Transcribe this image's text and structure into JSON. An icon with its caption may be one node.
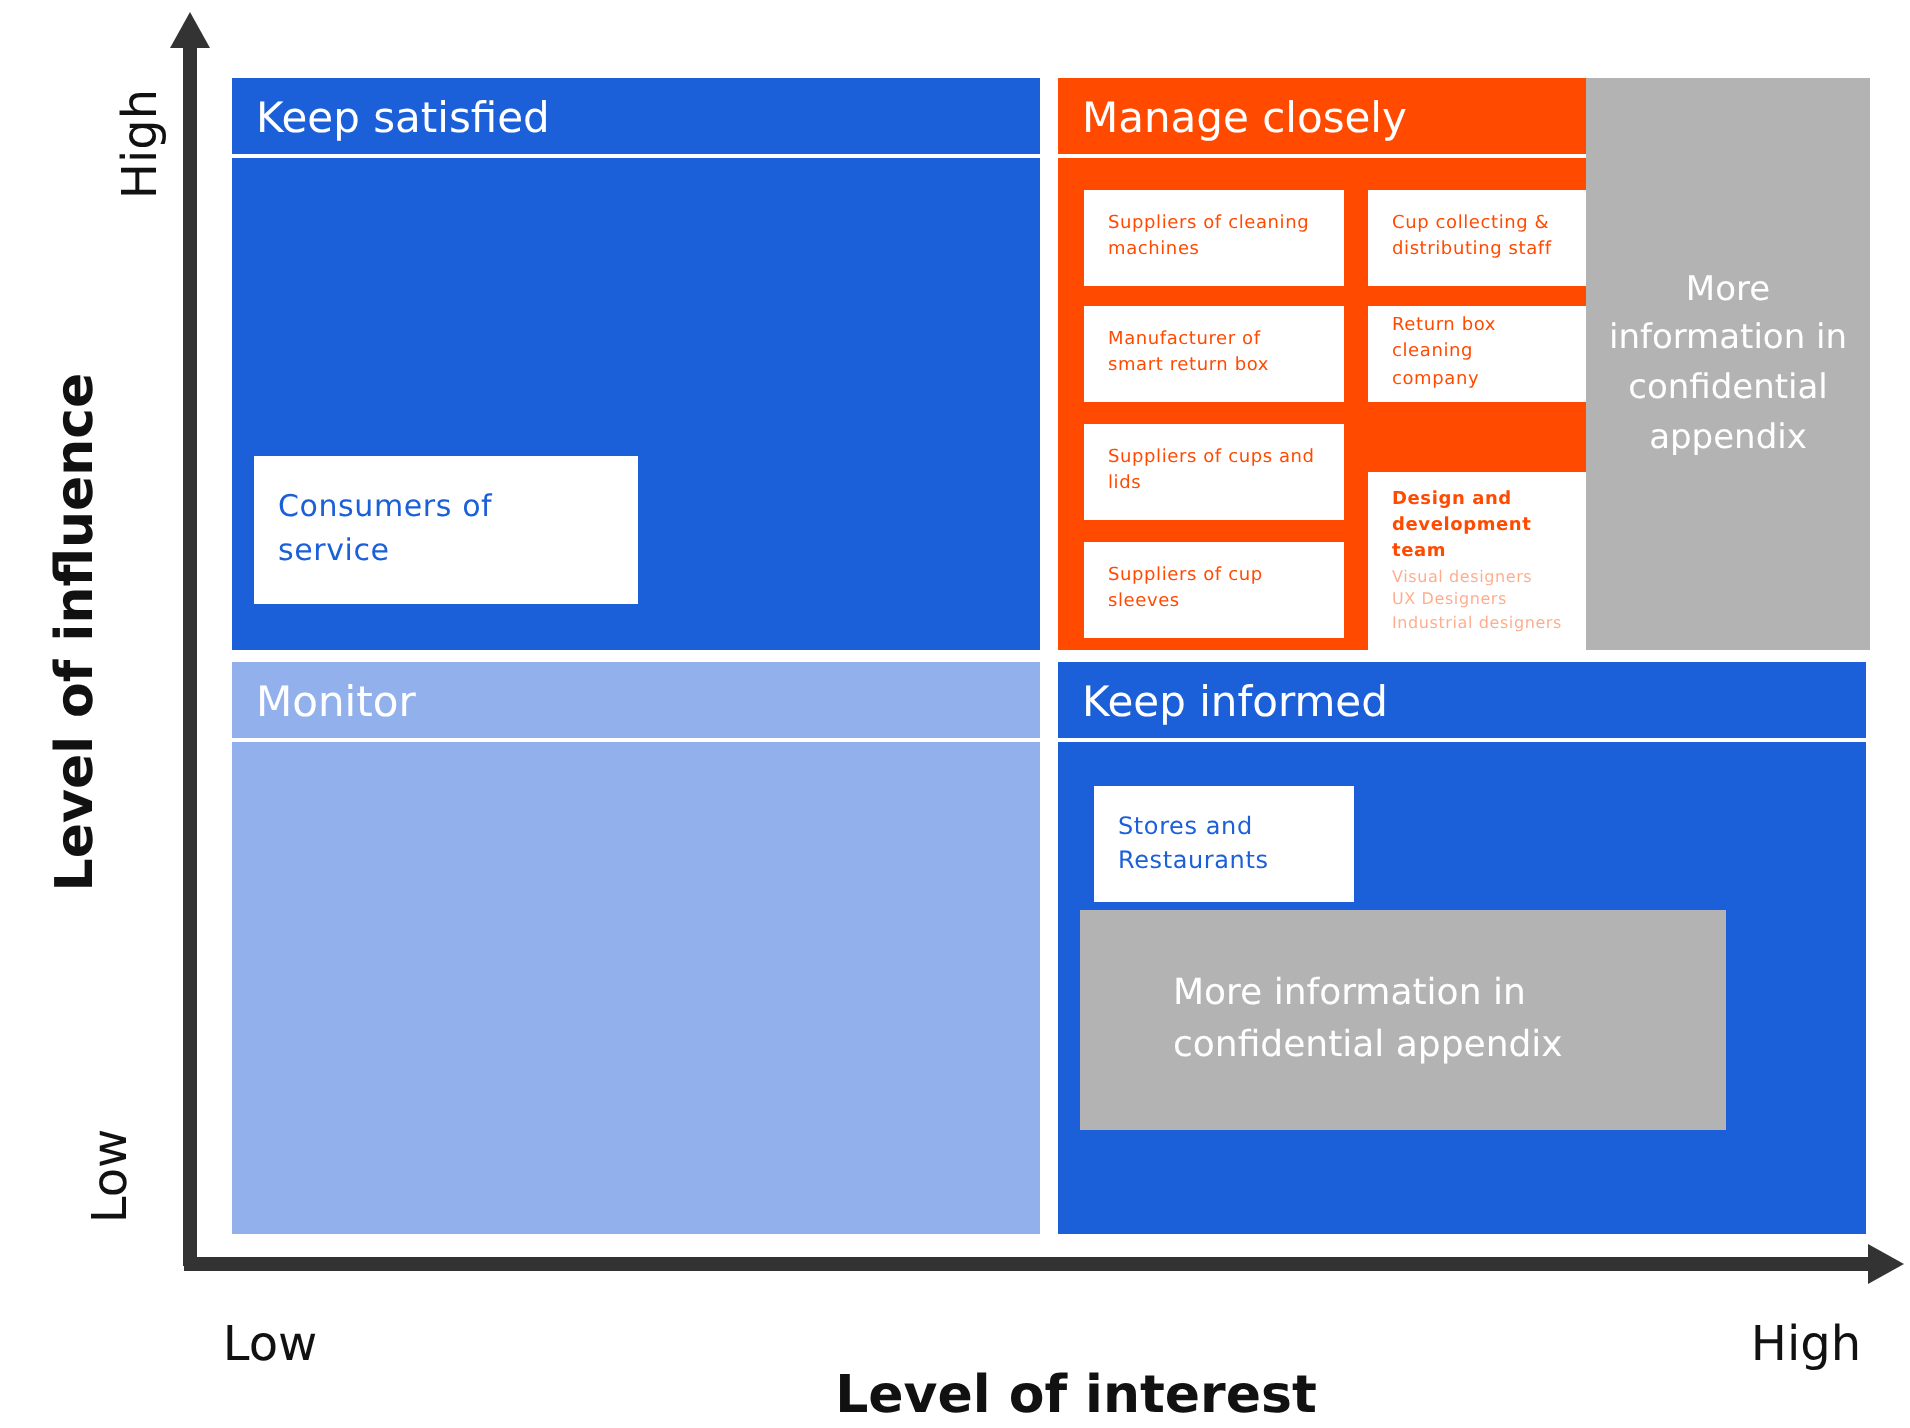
{
  "diagram": {
    "nodes": [
      {
        "text": [
          "Keep satisfied"
        ]
      },
      {
        "text": [
          "Consumers of service"
        ],
        "in": 0
      },
      {
        "text": [
          "Manage closely"
        ]
      },
      {
        "text": [
          "Suppliers of cleaning machines"
        ],
        "in": 2
      },
      {
        "text": [
          "Cup collecting & distributing staff"
        ],
        "in": 2
      },
      {
        "text": [
          "Manufacturer of smart return box"
        ],
        "in": 2
      },
      {
        "text": [
          "Return box cleaning company"
        ],
        "in": 2
      },
      {
        "text": [
          "Suppliers of cups and lids"
        ],
        "in": 2
      },
      {
        "text": [
          "Design and development team",
          "Visual designers",
          "UX Designers",
          "Industrial designers"
        ],
        "in": 2
      },
      {
        "text": [
          "Suppliers of cup sleeves"
        ],
        "in": 2
      },
      {
        "text": [
          "More information in confidential appendix"
        ]
      },
      {
        "text": [
          "Monitor"
        ]
      },
      {
        "text": [
          "Keep informed"
        ]
      },
      {
        "text": [
          "Stores and Restaurants"
        ],
        "in": 12
      },
      {
        "text": [
          "More information in confidential appendix"
        ],
        "in": 12
      }
    ],
    "edges": [],
    "labels": [
      "High",
      "Level of influence",
      "Low",
      "Low",
      "High",
      "Level of interest"
    ]
  }
}
